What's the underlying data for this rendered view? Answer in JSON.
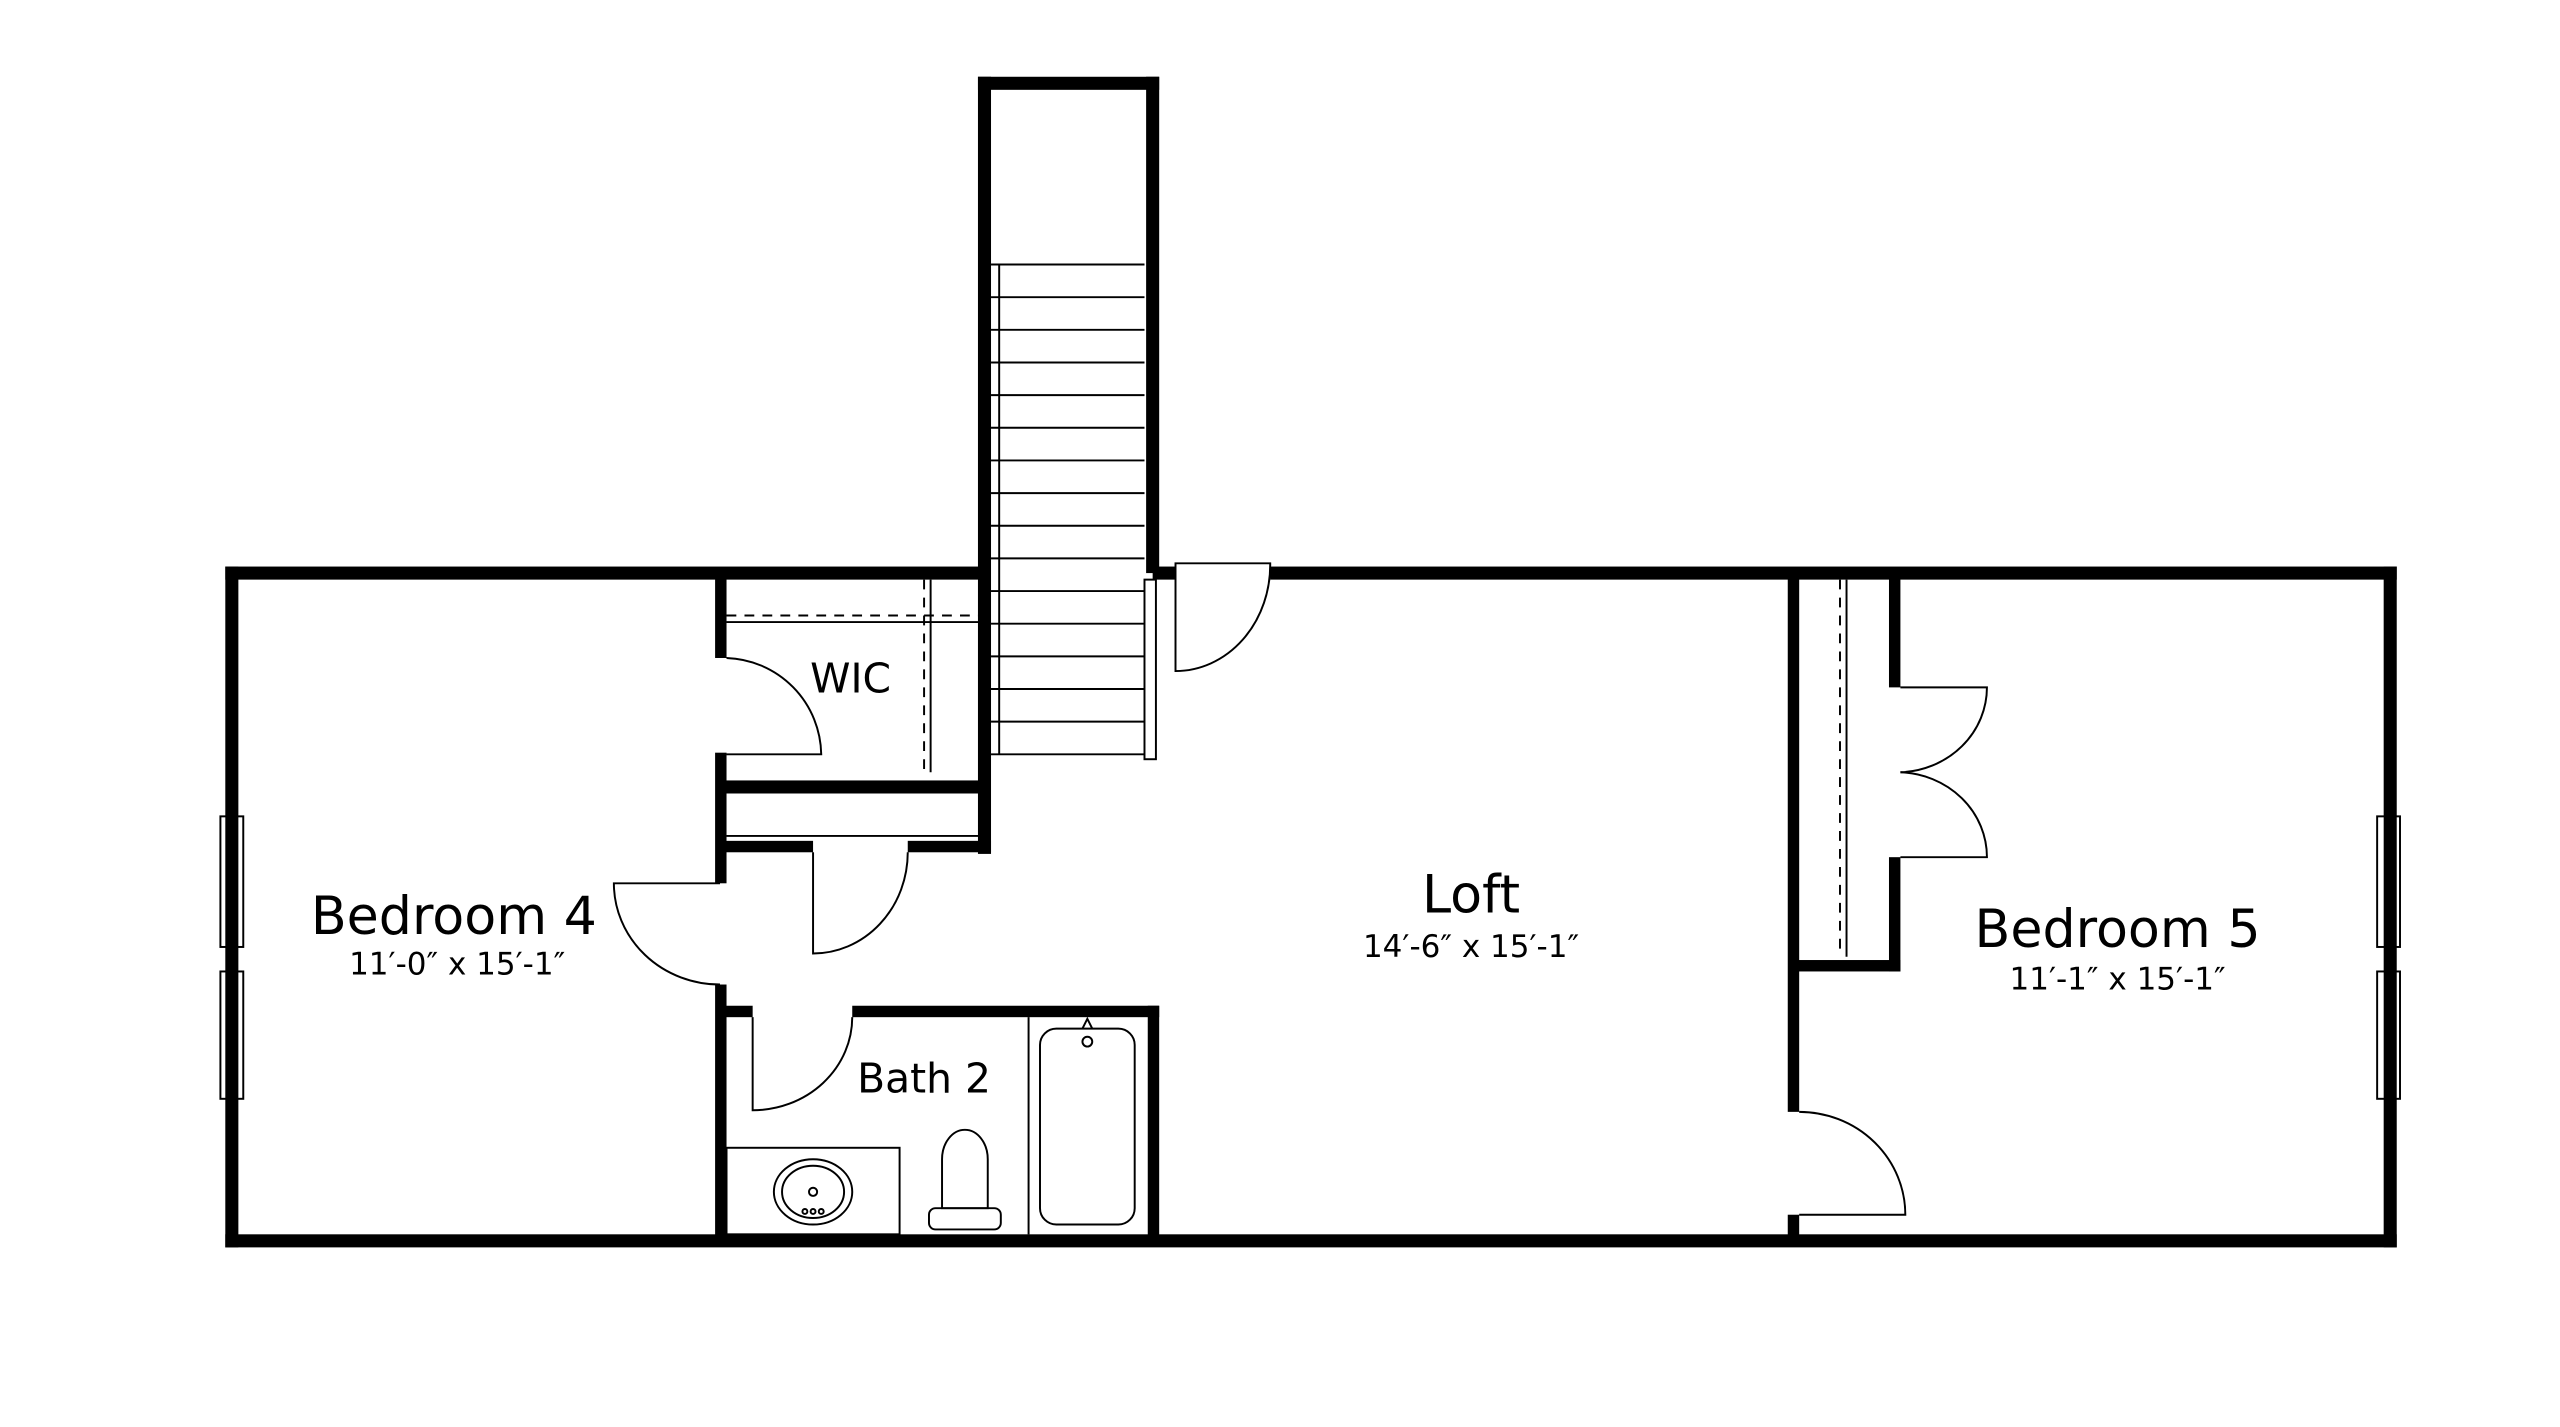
{
  "rooms": {
    "bedroom4": {
      "name": "Bedroom 4",
      "dimensions": "11′-0″ x 15′-1″"
    },
    "wic": {
      "name": "WIC"
    },
    "bath2": {
      "name": "Bath 2"
    },
    "loft": {
      "name": "Loft",
      "dimensions": "14′-6″ x 15′-1″"
    },
    "bedroom5": {
      "name": "Bedroom 5",
      "dimensions": "11′-1″ x 15′-1″"
    }
  },
  "colors": {
    "wall": "#000000",
    "background": "#ffffff"
  }
}
